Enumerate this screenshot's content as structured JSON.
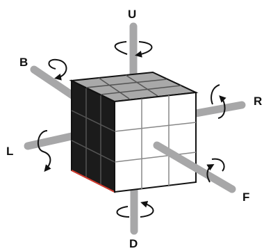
{
  "colors": {
    "axis": "#a7a7a8",
    "face_top": "#a9a9a9",
    "face_front": "#ffffff",
    "face_left": "#1b1b1b",
    "grid_line": "#555555",
    "outline": "#111111",
    "accent_edge": "#d63a2e",
    "arrow": "#111111"
  },
  "axes": [
    {
      "id": "U",
      "label": "U"
    },
    {
      "id": "B",
      "label": "B"
    },
    {
      "id": "R",
      "label": "R"
    },
    {
      "id": "L",
      "label": "L"
    },
    {
      "id": "F",
      "label": "F"
    },
    {
      "id": "D",
      "label": "D"
    }
  ],
  "icons": {
    "rotation_arrow": "curved-rotation-arrow-icon"
  }
}
